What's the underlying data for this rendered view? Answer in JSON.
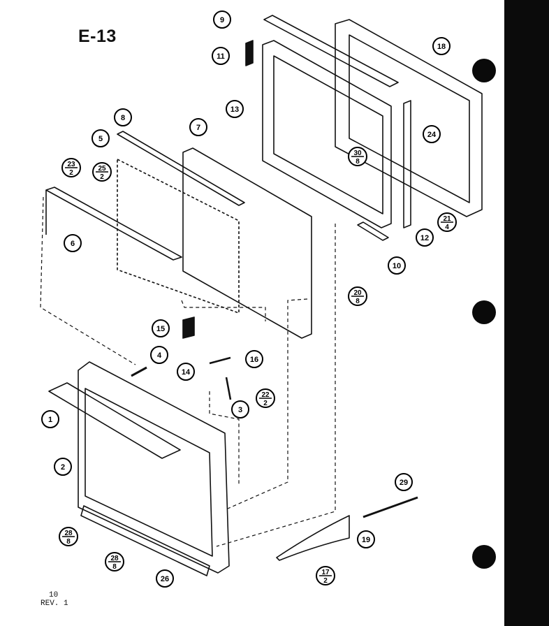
{
  "page": {
    "id": "E-13",
    "page_number": "10",
    "revision": "REV. 1"
  },
  "callouts": [
    {
      "name": "callout-1",
      "label": "1"
    },
    {
      "name": "callout-2",
      "label": "2"
    },
    {
      "name": "callout-3",
      "label": "3"
    },
    {
      "name": "callout-4",
      "label": "4"
    },
    {
      "name": "callout-5",
      "label": "5"
    },
    {
      "name": "callout-6",
      "label": "6"
    },
    {
      "name": "callout-7",
      "label": "7"
    },
    {
      "name": "callout-8",
      "label": "8"
    },
    {
      "name": "callout-9",
      "label": "9"
    },
    {
      "name": "callout-10",
      "label": "10"
    },
    {
      "name": "callout-11",
      "label": "11"
    },
    {
      "name": "callout-12",
      "label": "12"
    },
    {
      "name": "callout-13",
      "label": "13"
    },
    {
      "name": "callout-14",
      "label": "14"
    },
    {
      "name": "callout-15",
      "label": "15"
    },
    {
      "name": "callout-16",
      "label": "16"
    },
    {
      "name": "callout-18",
      "label": "18"
    },
    {
      "name": "callout-19",
      "label": "19"
    },
    {
      "name": "callout-24",
      "label": "24"
    },
    {
      "name": "callout-26",
      "label": "26"
    },
    {
      "name": "callout-29",
      "label": "29"
    }
  ],
  "fraction_callouts": [
    {
      "name": "callout-23-2",
      "top": "23",
      "bottom": "2"
    },
    {
      "name": "callout-25-2",
      "top": "25",
      "bottom": "2"
    },
    {
      "name": "callout-30-8",
      "top": "30",
      "bottom": "8"
    },
    {
      "name": "callout-21-4",
      "top": "21",
      "bottom": "4"
    },
    {
      "name": "callout-20-8",
      "top": "20",
      "bottom": "8"
    },
    {
      "name": "callout-22-2",
      "top": "22",
      "bottom": "2"
    },
    {
      "name": "callout-28-8-left",
      "top": "28",
      "bottom": "8"
    },
    {
      "name": "callout-28-8-center",
      "top": "28",
      "bottom": "8"
    },
    {
      "name": "callout-17-2",
      "top": "17",
      "bottom": "2"
    }
  ]
}
